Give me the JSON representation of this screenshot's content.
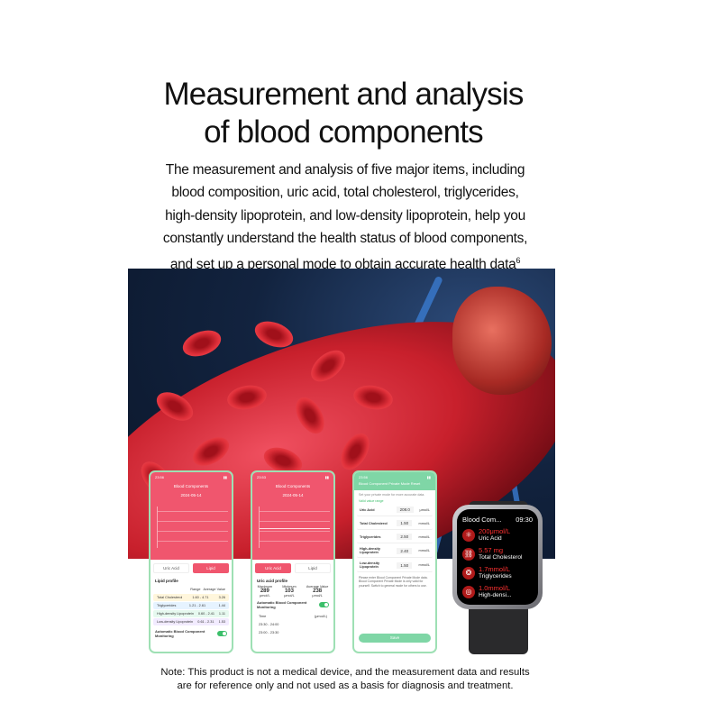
{
  "title": [
    "Measurement and analysis",
    "of blood components"
  ],
  "subtitle": [
    "The measurement and analysis of five major items, including",
    "blood composition, uric acid, total cholesterol, triglycerides,",
    "high-density lipoprotein, and low-density lipoprotein, help you",
    "constantly understand the health status of blood components,",
    "and set up a personal mode to obtain accurate health data"
  ],
  "subtitle_footnote": "6",
  "phone1": {
    "time": "23:56",
    "title": "Blood Components",
    "date": "2024-05-14",
    "tabs": [
      "Uric Acid",
      "Lipid"
    ],
    "section": "Lipid profile",
    "cols": [
      "Range",
      "Average Value"
    ],
    "rows": [
      {
        "name": "Total Cholesterol",
        "range": "1.60 - 4.71",
        "avg": "3.26"
      },
      {
        "name": "Triglycerides",
        "range": "1.21 - 2.61",
        "avg": "1.44"
      },
      {
        "name": "High-density Lipoprotein",
        "range": "0.60 - 2.41",
        "avg": "1.11"
      },
      {
        "name": "Low-density Lipoprotein",
        "range": "0.61 - 2.31",
        "avg": "1.53"
      }
    ],
    "auto": "Automatic Blood Component Monitoring"
  },
  "phone2": {
    "time": "23:53",
    "title": "Blood Components",
    "date": "2024-05-14",
    "tabs": [
      "Uric Acid",
      "Lipid"
    ],
    "section": "Uric acid profile",
    "stats": [
      {
        "label": "Maximum",
        "value": "289",
        "unit": "μmol/L"
      },
      {
        "label": "Minimum",
        "value": "103",
        "unit": "μmol/L"
      },
      {
        "label": "Average Value",
        "value": "238",
        "unit": "μmol/L"
      }
    ],
    "auto": "Automatic Blood Component Monitoring",
    "time_label": "Time",
    "unit_label": "(μmol/L)",
    "times": [
      "23:30 - 24:00",
      "23:00 - 23:30"
    ]
  },
  "phone3": {
    "time": "23:56",
    "title": "Blood Component Private Mode Reset",
    "intro": "Set your private mode for more accurate data.",
    "valid": "Valid value range",
    "fields": [
      {
        "name": "Uric Acid",
        "value": "208.0",
        "unit": "μmol/L"
      },
      {
        "name": "Total Cholesterol",
        "value": "1.50",
        "unit": "mmol/L"
      },
      {
        "name": "Triglycerides",
        "value": "2.50",
        "unit": "mmol/L"
      },
      {
        "name": "High-density Lipoprotein",
        "value": "2.40",
        "unit": "mmol/L"
      },
      {
        "name": "Low-density Lipoprotein",
        "value": "1.50",
        "unit": "mmol/L"
      }
    ],
    "note": "Please enter Blood Component Private Mode data. Blood Component Private Mode is only valid for yourself. Switch to general mode for others to use.",
    "save": "Save"
  },
  "watch": {
    "title": "Blood Com...",
    "time": "09:30",
    "items": [
      {
        "value": "200μmol/L",
        "label": "Uric Acid"
      },
      {
        "value": "5.57 mg",
        "label": "Total Cholesterol"
      },
      {
        "value": "1.7mmol/L",
        "label": "Triglycerides"
      },
      {
        "value": "1.0mmol/L",
        "label": "High-densi..."
      }
    ]
  },
  "note": [
    "Note: This product is not a medical device, and the measurement data and results",
    "are for reference only and not used as a basis for diagnosis and treatment."
  ]
}
